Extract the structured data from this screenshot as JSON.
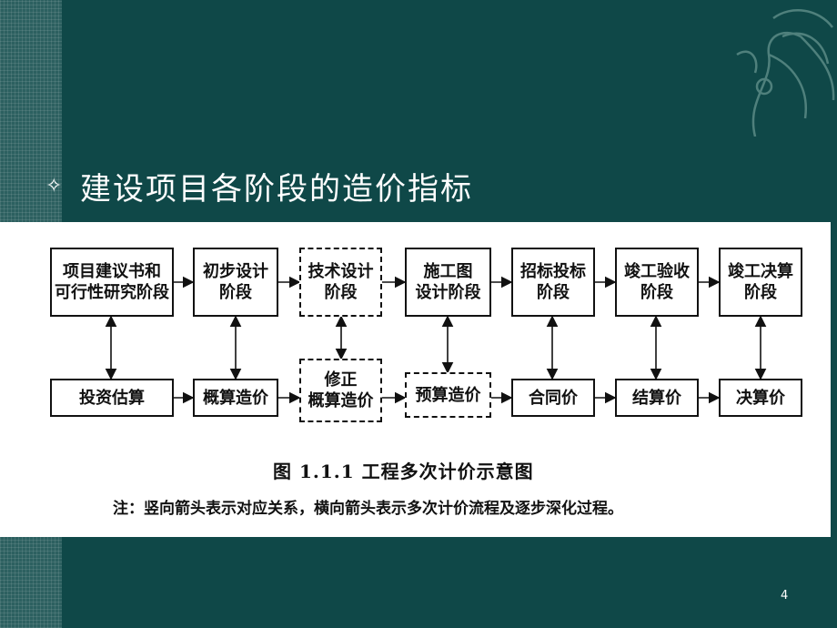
{
  "slide": {
    "title": "建设项目各阶段的造价指标",
    "bullet_icon": "diamond-star",
    "page_number": "4",
    "colors": {
      "background": "#0f4848",
      "stripe": "#2c6060",
      "panel": "#ffffff"
    }
  },
  "diagram": {
    "stages": [
      {
        "label": "项目建议书和\n可行性研究阶段",
        "style": "solid"
      },
      {
        "label": "初步设计\n阶段",
        "style": "solid"
      },
      {
        "label": "技术设计\n阶段",
        "style": "dashed"
      },
      {
        "label": "施工图\n设计阶段",
        "style": "solid"
      },
      {
        "label": "招标投标\n阶段",
        "style": "solid"
      },
      {
        "label": "竣工验收\n阶段",
        "style": "solid"
      },
      {
        "label": "竣工决算\n阶段",
        "style": "solid"
      }
    ],
    "prices": [
      {
        "label": "投资估算",
        "style": "solid"
      },
      {
        "label": "概算造价",
        "style": "solid"
      },
      {
        "label": "修正\n概算造价",
        "style": "dashed"
      },
      {
        "label": "预算造价",
        "style": "dashed"
      },
      {
        "label": "合同价",
        "style": "solid"
      },
      {
        "label": "结算价",
        "style": "solid"
      },
      {
        "label": "决算价",
        "style": "solid"
      }
    ],
    "caption": "图 1.1.1   工程多次计价示意图",
    "note": "注：竖向箭头表示对应关系，横向箭头表示多次计价流程及逐步深化过程。"
  }
}
